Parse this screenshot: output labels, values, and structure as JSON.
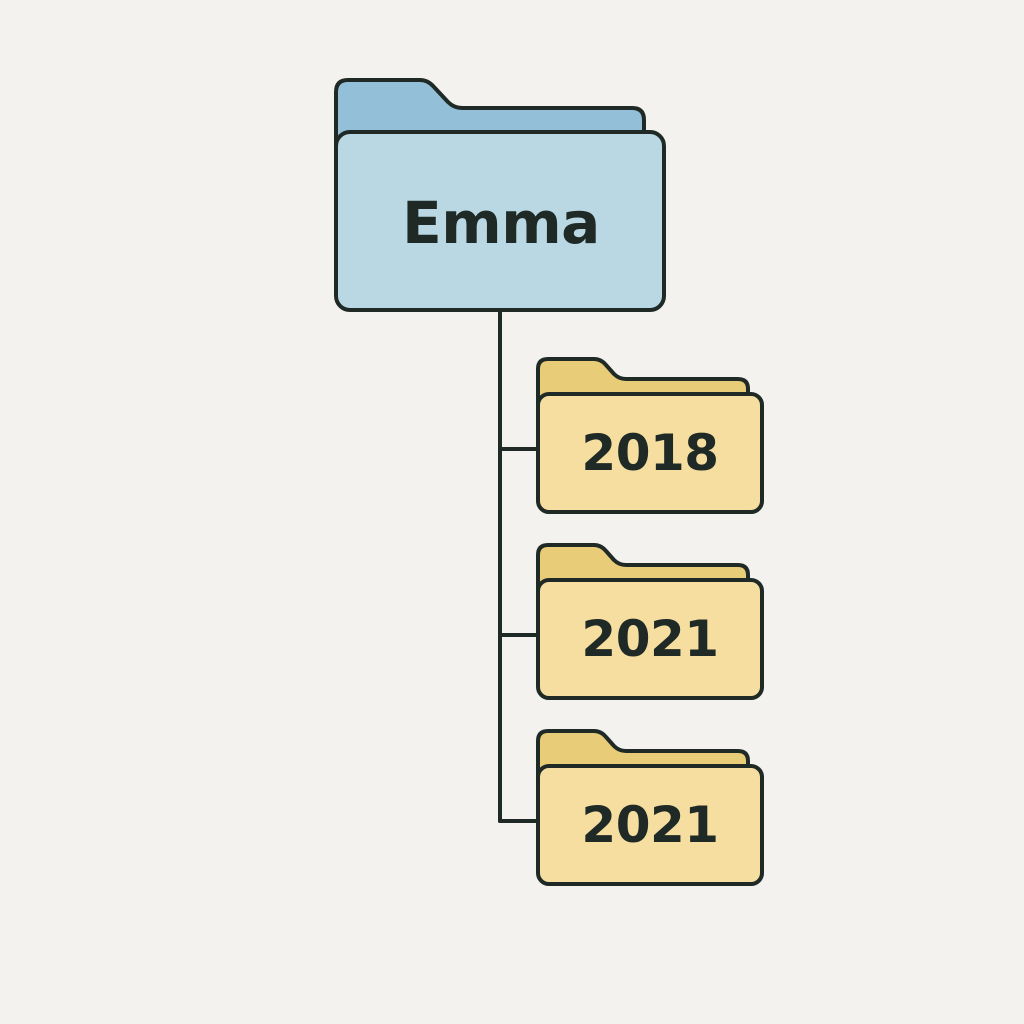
{
  "root_folder": {
    "label": "Emma",
    "color": "#b9d8e4",
    "tab_color": "#93c0d8"
  },
  "child_folders": [
    {
      "label": "2018"
    },
    {
      "label": "2021"
    },
    {
      "label": "2021"
    }
  ],
  "child_colors": {
    "body": "#f5dea0",
    "tab": "#e9cc78"
  },
  "outline_color": "#1f2a26",
  "background_color": "#f4f2ee"
}
